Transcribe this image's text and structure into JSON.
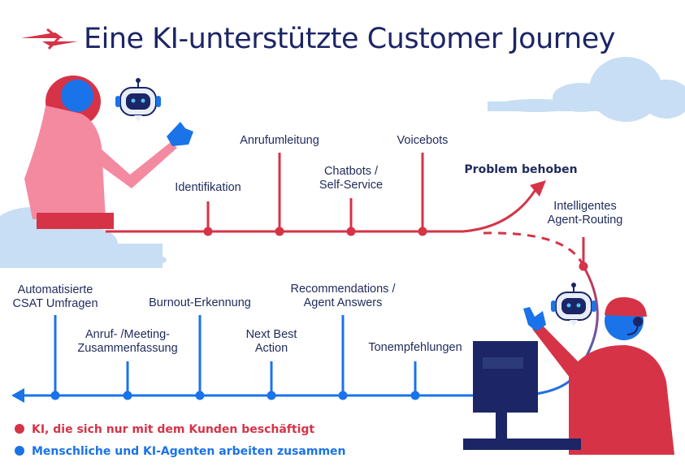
{
  "title": "Eine KI-unterstützte Customer Journey",
  "colors": {
    "red": "#d63347",
    "blue": "#1a73e8",
    "navy": "#1c2566",
    "cloud": "#c7def4",
    "pink": "#f48aa0"
  },
  "top_labels": {
    "identifikation": "Identifikation",
    "anrufumleitung": "Anrufumleitung",
    "chatbots_line1": "Chatbots /",
    "chatbots_line2": "Self-Service",
    "voicebots": "Voicebots",
    "problem_behoben": "Problem behoben",
    "routing_line1": "Intelligentes",
    "routing_line2": "Agent-Routing"
  },
  "bottom_labels": {
    "csat_line1": "Automatisierte",
    "csat_line2": "CSAT Umfragen",
    "summary_line1": "Anruf- /Meeting-",
    "summary_line2": "Zusammenfassung",
    "burnout": "Burnout-Erkennung",
    "nba_line1": "Next Best",
    "nba_line2": "Action",
    "reco_line1": "Recommendations /",
    "reco_line2": "Agent Answers",
    "tone": "Tonempfehlungen"
  },
  "legend": {
    "ai_customer": "KI, die sich nur mit dem Kunden beschäftigt",
    "human_ai": "Menschliche und KI-Agenten arbeiten zusammen"
  },
  "icons": [
    "swoosh-logo-icon",
    "robot-icon",
    "robot-icon",
    "customer-figure",
    "agent-figure",
    "headset-icon",
    "monitor-icon",
    "cloud-icon",
    "arrow-icon"
  ]
}
